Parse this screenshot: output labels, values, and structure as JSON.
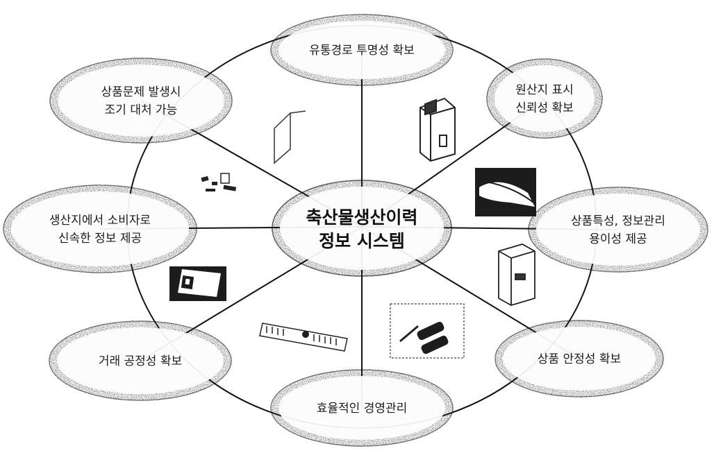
{
  "diagram": {
    "center": {
      "lines": [
        "축산물생산이력",
        "정보 시스템"
      ]
    },
    "nodes": [
      {
        "id": "top",
        "lines": [
          "유통경로 투명성 확보"
        ]
      },
      {
        "id": "top-right",
        "lines": [
          "원산지 표시",
          "신뢰성 확보"
        ]
      },
      {
        "id": "right",
        "lines": [
          "상품특성, 정보관리",
          "용이성 제공"
        ]
      },
      {
        "id": "bottom-right",
        "lines": [
          "상품 안정성 확보"
        ]
      },
      {
        "id": "bottom",
        "lines": [
          "효율적인 경영관리"
        ]
      },
      {
        "id": "bottom-left",
        "lines": [
          "거래 공정성 확보"
        ]
      },
      {
        "id": "left",
        "lines": [
          "생산지에서 소비자로",
          "신속한 정보 제공"
        ]
      },
      {
        "id": "top-left",
        "lines": [
          "상품문제 발생시",
          "조기 대처 가능"
        ]
      }
    ],
    "colors": {
      "ellipse_fill": "#ffffff",
      "ellipse_texture": "#3a3a3a",
      "edge": "#111111",
      "clipart_dark": "#1c1c1c"
    }
  }
}
